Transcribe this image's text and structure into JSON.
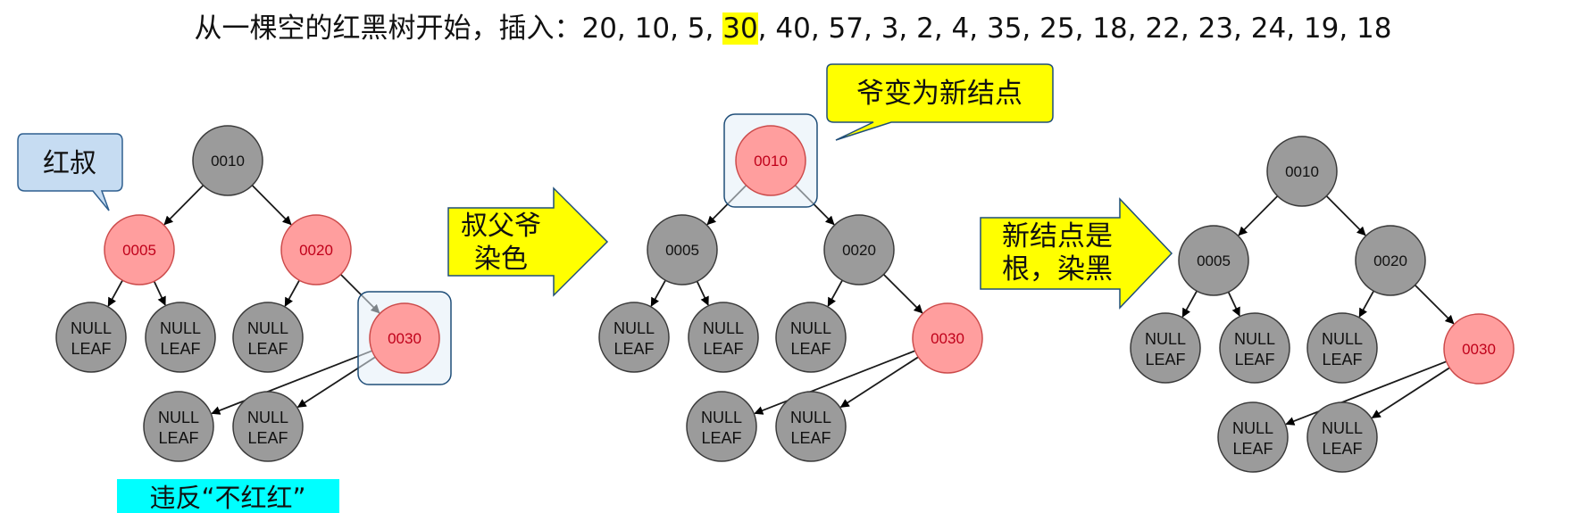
{
  "title": {
    "prefix": "从一棵空的红黑树开始，插入：",
    "before": "20, 10, 5, ",
    "highlight": "30",
    "after": ", 40, 57, 3, 2, 4, 35, 25, 18, 22, 23, 24, 19, 18"
  },
  "colors": {
    "red_node": "#ff9e9e",
    "red_node_stroke": "#cc4a4a",
    "red_text": "#c0001a",
    "black_node": "#9b9b9b",
    "black_node_stroke": "#3a3a3a",
    "arrow_fill": "#ffff00",
    "callout_yellow": "#ffff00",
    "callout_blue": "#c6dcf2",
    "violation_bg": "#00ffff",
    "highlight_frame": "#1f4e79"
  },
  "leaf_label": [
    "NULL",
    "LEAF"
  ],
  "panels": [
    {
      "nodes": [
        {
          "label": "0010",
          "color": "black"
        },
        {
          "label": "0005",
          "color": "red"
        },
        {
          "label": "0020",
          "color": "red"
        },
        {
          "label": "0030",
          "color": "red",
          "highlighted": true
        }
      ]
    },
    {
      "nodes": [
        {
          "label": "0010",
          "color": "red",
          "highlighted": true
        },
        {
          "label": "0005",
          "color": "black"
        },
        {
          "label": "0020",
          "color": "black"
        },
        {
          "label": "0030",
          "color": "red"
        }
      ]
    },
    {
      "nodes": [
        {
          "label": "0010",
          "color": "black"
        },
        {
          "label": "0005",
          "color": "black"
        },
        {
          "label": "0020",
          "color": "black"
        },
        {
          "label": "0030",
          "color": "red"
        }
      ]
    }
  ],
  "callouts": {
    "red_uncle": "红叔",
    "grandpa_new_node": "爷变为新结点"
  },
  "arrows": {
    "recolor": [
      "叔父爷",
      "染色"
    ],
    "root_black": [
      "新结点是",
      "根，染黑"
    ]
  },
  "violation_note": "违反“不红红”"
}
